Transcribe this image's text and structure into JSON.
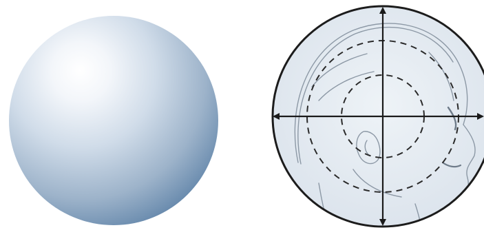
{
  "figure": {
    "left_panel": {
      "shape": "shaded-sphere",
      "colors": {
        "highlight": "#ffffff",
        "mid": "#c9d7e6",
        "shadow": "#6e8eb0",
        "edge": "#557aa0"
      }
    },
    "right_panel": {
      "shape": "circular-diagram-over-head-sketch",
      "vertical_arrow": "double-headed",
      "horizontal_arrow": "double-headed",
      "dashed_circles": 2,
      "colors": {
        "background": "#e3eaf1",
        "outline": "#1c1c1c",
        "arrows": "#1a1a1a",
        "dashes": "#2a2a2a",
        "sketch": "#8c98a5"
      }
    }
  }
}
